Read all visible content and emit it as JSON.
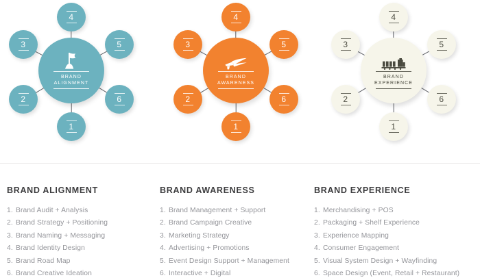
{
  "colors": {
    "teal": "#6cb2bf",
    "orange": "#f2822f",
    "cream": "#f6f5ea",
    "cream_text": "#4a4a3f",
    "white_text": "#ffffff",
    "spoke": "#5f6166",
    "heading": "#3d3d3f",
    "list_text": "#94959a",
    "divider": "#eceaea",
    "page_background": "#ffffff"
  },
  "diagrams": [
    {
      "id": "brand-alignment",
      "hub_label": "BRAND\nALIGNMENT",
      "hub_icon": "flag-icon",
      "fill": "#6cb2bf",
      "text_color": "#ffffff",
      "nodes": [
        {
          "position": "top",
          "number": "4"
        },
        {
          "position": "upper-right",
          "number": "5"
        },
        {
          "position": "lower-right",
          "number": "6"
        },
        {
          "position": "bottom",
          "number": "1"
        },
        {
          "position": "lower-left",
          "number": "2"
        },
        {
          "position": "upper-left",
          "number": "3"
        }
      ]
    },
    {
      "id": "brand-awareness",
      "hub_label": "BRAND\nAWARENESS",
      "hub_icon": "megaphone-icon",
      "fill": "#f2822f",
      "text_color": "#ffffff",
      "nodes": [
        {
          "position": "top",
          "number": "4"
        },
        {
          "position": "upper-right",
          "number": "5"
        },
        {
          "position": "lower-right",
          "number": "6"
        },
        {
          "position": "bottom",
          "number": "1"
        },
        {
          "position": "lower-left",
          "number": "2"
        },
        {
          "position": "upper-left",
          "number": "3"
        }
      ]
    },
    {
      "id": "brand-experience",
      "hub_label": "BRAND\nEXPERIENCE",
      "hub_icon": "train-icon",
      "fill": "#f6f5ea",
      "text_color": "#4a4a3f",
      "nodes": [
        {
          "position": "top",
          "number": "4"
        },
        {
          "position": "upper-right",
          "number": "5"
        },
        {
          "position": "lower-right",
          "number": "6"
        },
        {
          "position": "bottom",
          "number": "1"
        },
        {
          "position": "lower-left",
          "number": "2"
        },
        {
          "position": "upper-left",
          "number": "3"
        }
      ]
    }
  ],
  "lists": [
    {
      "id": "brand-alignment",
      "title": "BRAND ALIGNMENT",
      "items": [
        "Brand Audit + Analysis",
        "Brand Strategy + Positioning",
        "Brand Naming + Messaging",
        "Brand Identity Design",
        "Brand Road Map",
        "Brand Creative Ideation"
      ]
    },
    {
      "id": "brand-awareness",
      "title": "BRAND AWARENESS",
      "items": [
        "Brand Management + Support",
        "Brand Campaign Creative",
        "Marketing Strategy",
        "Advertising + Promotions",
        "Event Design Support + Management",
        "Interactive + Digital"
      ]
    },
    {
      "id": "brand-experience",
      "title": "BRAND EXPERIENCE",
      "items": [
        "Merchandising + POS",
        "Packaging + Shelf Experience",
        "Experience Mapping",
        "Consumer Engagement",
        "Visual System Design + Wayfinding",
        "Space Design (Event, Retail + Restaurant)"
      ]
    }
  ]
}
